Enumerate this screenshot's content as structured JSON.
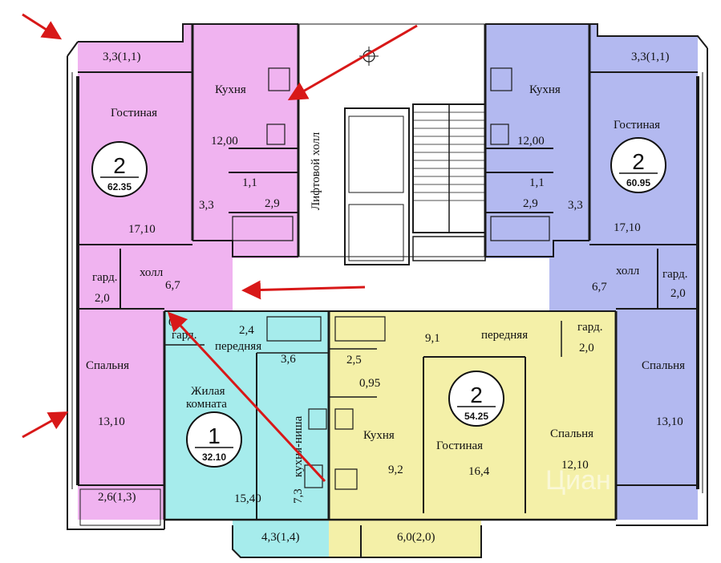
{
  "colors": {
    "pink": "#f0b3f0",
    "blue": "#b3b9f0",
    "cyan": "#a6ecec",
    "yellow": "#f4f0a8",
    "arrow": "#d81818",
    "wall": "#1a1a1a"
  },
  "apartments": {
    "left": {
      "rooms": 2,
      "area": "62.35",
      "balcony_top": "3,3(1,1)",
      "kitchen": "Кухня",
      "kitchen_area": "12,00",
      "living": "Гостиная",
      "living_area": "17,10",
      "bath": "1,1",
      "bath2": "2,9",
      "corr": "3,3",
      "hall": "холл",
      "hall_area": "6,7",
      "closet": "гард.",
      "closet_area": "2,0",
      "bedroom": "Спальня",
      "bedroom_area": "13,10",
      "balcony_bottom": "2,6(1,3)"
    },
    "right": {
      "rooms": 2,
      "area": "60.95",
      "balcony_top": "3,3(1,1)",
      "kitchen": "Кухня",
      "kitchen_area": "12,00",
      "living": "Гостиная",
      "living_area": "17,10",
      "bath": "1,1",
      "bath2": "2,9",
      "corr": "3,3",
      "hall": "холл",
      "hall_area": "6,7",
      "closet": "гард.",
      "closet_area": "2,0",
      "bedroom": "Спальня",
      "bedroom_area": "13,10"
    },
    "one_room": {
      "rooms": 1,
      "area": "32.10",
      "closet": "гард.",
      "closet_area": "0",
      "front": "передняя",
      "front_area": "2,4",
      "bath_area": "3,6",
      "living_line1": "Жилая",
      "living_line2": "комната",
      "living_area": "15,40",
      "kitchen_niche": "кухня-ниша",
      "kitchen_niche_area": "7,3",
      "balcony": "4,3(1,4)"
    },
    "bottom_two": {
      "rooms": 2,
      "area": "54.25",
      "front_area_left": "9,1",
      "front": "передняя",
      "closet": "гард.",
      "closet_area": "2,0",
      "bath_area": "2,5",
      "wc_area": "0,95",
      "kitchen": "Кухня",
      "kitchen_area": "9,2",
      "living": "Гостиная",
      "living_area": "16,4",
      "bedroom": "Спальня",
      "bedroom_area": "12,10",
      "balcony": "6,0(2,0)"
    }
  },
  "core": {
    "lift_hall": "Лифтовой холл"
  },
  "watermark": "Циан"
}
